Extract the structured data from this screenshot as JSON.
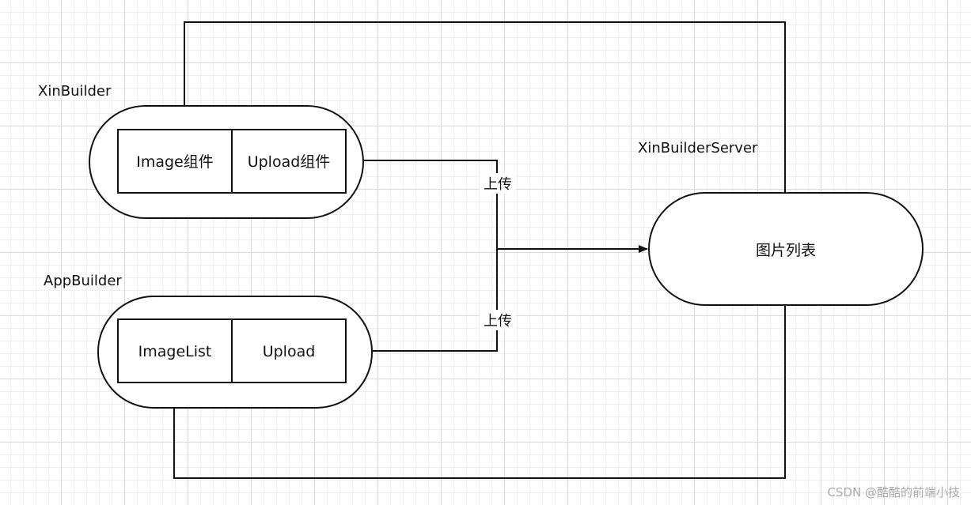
{
  "groups": {
    "xin": {
      "title": "XinBuilder",
      "left_box": "Image组件",
      "right_box": "Upload组件"
    },
    "app": {
      "title": "AppBuilder",
      "left_box": "ImageList",
      "right_box": "Upload"
    }
  },
  "server": {
    "title": "XinBuilderServer",
    "node_label": "图片列表"
  },
  "edges": {
    "xin_upload_label": "上传",
    "app_upload_label": "上传"
  },
  "watermark": "CSDN @酷酷的前端小技"
}
